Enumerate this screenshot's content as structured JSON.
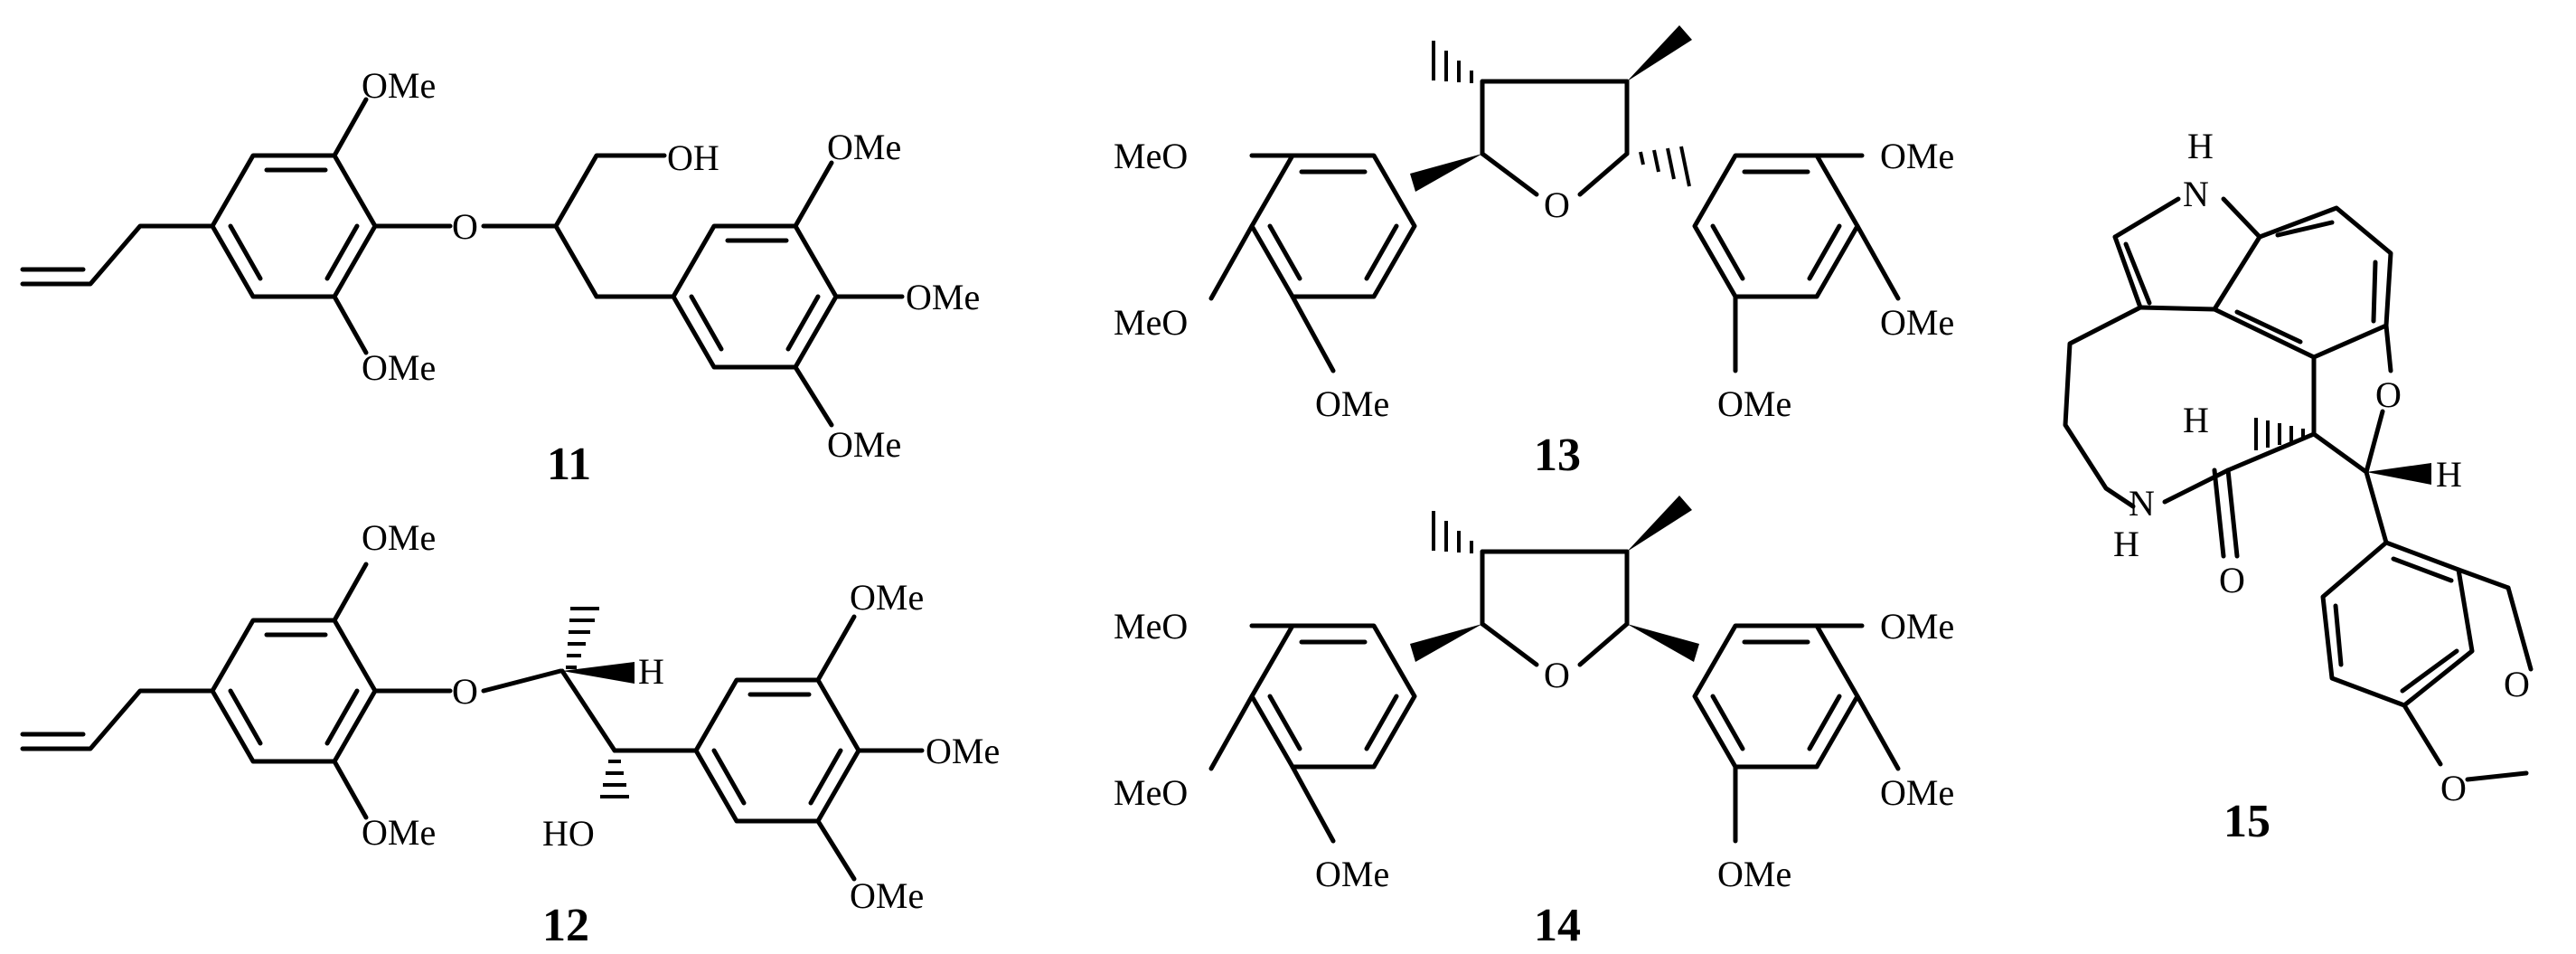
{
  "compounds": [
    {
      "id": "11",
      "labels": [
        "OMe",
        "OMe",
        "O",
        "OH",
        "OMe",
        "OMe",
        "OMe"
      ]
    },
    {
      "id": "12",
      "labels": [
        "OMe",
        "OMe",
        "O",
        "H",
        "HO",
        "OMe",
        "OMe",
        "OMe"
      ]
    },
    {
      "id": "13",
      "labels": [
        "MeO",
        "MeO",
        "OMe",
        "O",
        "OMe",
        "OMe",
        "OMe"
      ]
    },
    {
      "id": "14",
      "labels": [
        "MeO",
        "MeO",
        "OMe",
        "O",
        "OMe",
        "OMe",
        "OMe"
      ]
    },
    {
      "id": "15",
      "labels": [
        "H",
        "N",
        "H",
        "N",
        "H",
        "O",
        "O",
        "H",
        "O",
        "O"
      ]
    }
  ]
}
